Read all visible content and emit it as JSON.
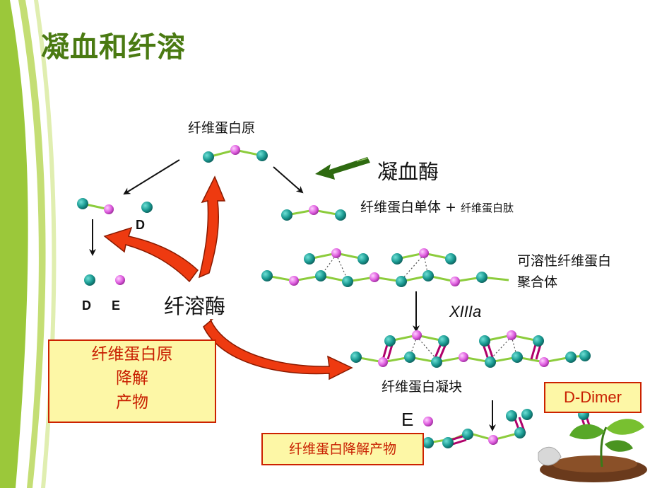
{
  "title": "凝血和纤溶",
  "labels": {
    "fibrinogen": "纤维蛋白原",
    "thrombin": "凝血酶",
    "monomer": "纤维蛋白单体 + ",
    "peptide": "纤维蛋白肽",
    "soluble_line1": "可溶性纤维蛋白",
    "soluble_line2": "聚合体",
    "xiiia": "XIIIa",
    "clot": "纤维蛋白凝块",
    "plasmin": "纤溶酶",
    "d_upper": "D",
    "d_lower": "D",
    "e_lower": "E",
    "e_big": "E"
  },
  "boxes": {
    "fdp_line1": "纤维蛋白原",
    "fdp_line2": "降解",
    "fdp_line3": "产物",
    "fibrin_dp": "纤维蛋白降解产物",
    "ddimer": "D-Dimer"
  },
  "colors": {
    "title": "#4a7a12",
    "d_domain": "#1a9a92",
    "e_domain": "#e060e0",
    "link": "#8ccc3c",
    "crosslink": "#b0006a",
    "arrow_red": "#ee3a10",
    "arrow_green": "#2e6a10",
    "box_fill": "#fdf7a6",
    "box_text": "#c81e00",
    "side_bar": "#a8d040"
  }
}
